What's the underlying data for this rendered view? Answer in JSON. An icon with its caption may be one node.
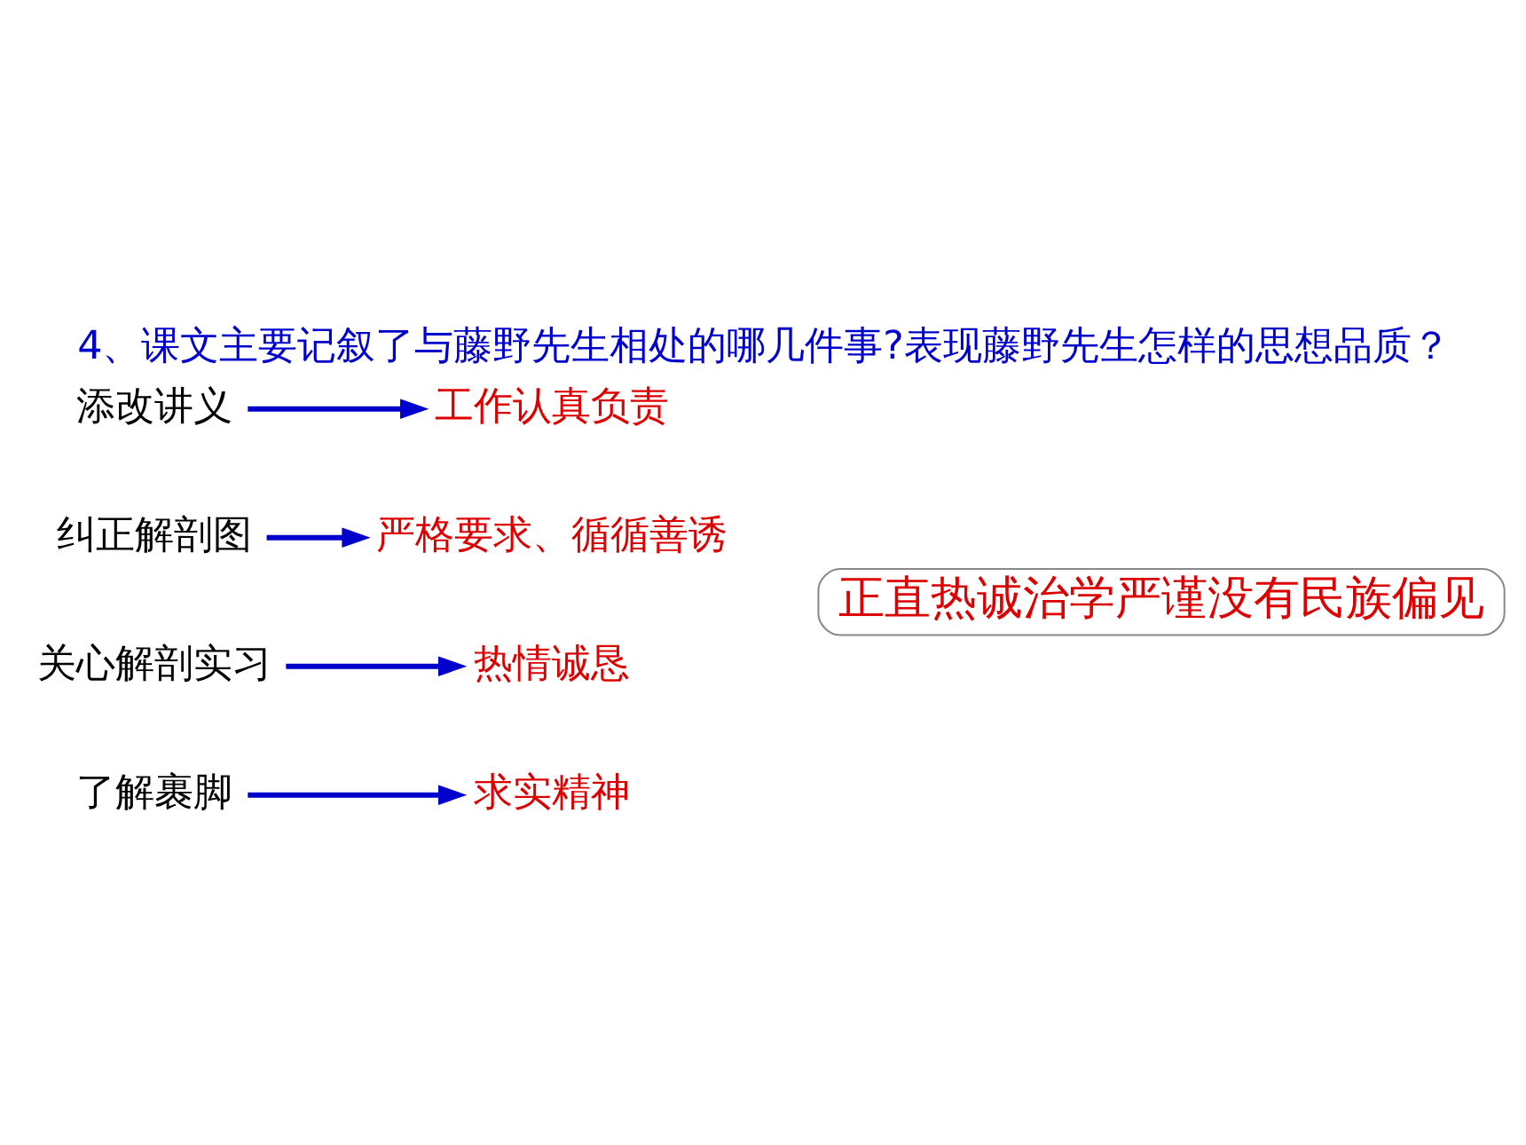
{
  "diagram": {
    "title": "4、课文主要记叙了与藤野先生相处的哪几件事?表现藤野先生怎样的思想品质？",
    "nodes": [
      {
        "text": [
          "添改讲义"
        ]
      },
      {
        "text": [
          "纠正解剖图"
        ]
      },
      {
        "text": [
          "关心解剖实习"
        ]
      },
      {
        "text": [
          "了解裹脚"
        ]
      },
      {
        "text": [
          "工作认真负责"
        ]
      },
      {
        "text": [
          "严格要求、循循善诱"
        ]
      },
      {
        "text": [
          "热情诚恳"
        ]
      },
      {
        "text": [
          "求实精神"
        ]
      },
      {
        "text": [
          "正直热诚治学严谨没有民族偏见"
        ]
      }
    ],
    "edges": [
      {
        "from": 0,
        "to": 4,
        "arrow": "to"
      },
      {
        "from": 1,
        "to": 5,
        "arrow": "to"
      },
      {
        "from": 2,
        "to": 6,
        "arrow": "to"
      },
      {
        "from": 3,
        "to": 7,
        "arrow": "to"
      }
    ]
  }
}
